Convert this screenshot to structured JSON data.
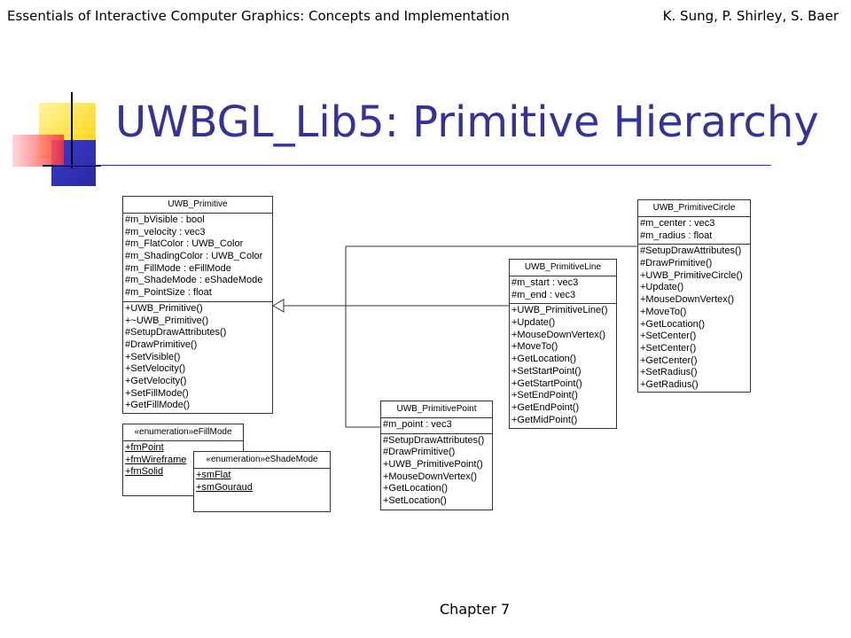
{
  "header": {
    "left": "Essentials of Interactive Computer Graphics: Concepts and Implementation",
    "right": "K. Sung, P. Shirley, S. Baer"
  },
  "title": "UWBGL_Lib5: Primitive Hierarchy",
  "footer": "Chapter 7",
  "colors": {
    "title": "#33339a",
    "deco_yellow": "#ffd700",
    "deco_blue": "#3333cc",
    "deco_red": "#ff3333"
  },
  "classes": {
    "primitive": {
      "name": "UWB_Primitive",
      "attributes": [
        "#m_bVisible : bool",
        "#m_velocity : vec3",
        "#m_FlatColor : UWB_Color",
        "#m_ShadingColor : UWB_Color",
        "#m_FillMode : eFillMode",
        "#m_ShadeMode : eShadeMode",
        "#m_PointSize : float"
      ],
      "methods": [
        "+UWB_Primitive()",
        "+~UWB_Primitive()",
        "#SetupDrawAttributes()",
        "#DrawPrimitive()",
        "+SetVisible()",
        "+SetVelocity()",
        "+GetVelocity()",
        "+SetFillMode()",
        "+GetFillMode()"
      ]
    },
    "fill_enum": {
      "name": "«enumeration»eFillMode",
      "literals": [
        "+fmPoint",
        "+fmWireframe",
        "+fmSolid"
      ]
    },
    "shade_enum": {
      "name": "«enumeration»eShadeMode",
      "literals": [
        "+smFlat",
        "+smGouraud"
      ]
    },
    "point": {
      "name": "UWB_PrimitivePoint",
      "attributes": [
        "#m_point : vec3"
      ],
      "methods": [
        "#SetupDrawAttributes()",
        "#DrawPrimitive()",
        "+UWB_PrimitivePoint()",
        "+MouseDownVertex()",
        "+GetLocation()",
        "+SetLocation()"
      ]
    },
    "line": {
      "name": "UWB_PrimitiveLine",
      "attributes": [
        "#m_start : vec3",
        "#m_end : vec3"
      ],
      "methods": [
        "+UWB_PrimitiveLine()",
        "+Update()",
        "+MouseDownVertex()",
        "+MoveTo()",
        "+GetLocation()",
        "+SetStartPoint()",
        "+GetStartPoint()",
        "+SetEndPoint()",
        "+GetEndPoint()",
        "+GetMidPoint()"
      ]
    },
    "circle": {
      "name": "UWB_PrimitiveCircle",
      "attributes": [
        "#m_center : vec3",
        "#m_radius : float"
      ],
      "methods": [
        "#SetupDrawAttributes()",
        "#DrawPrimitive()",
        "+UWB_PrimitiveCircle()",
        "+Update()",
        "+MouseDownVertex()",
        "+MoveTo()",
        "+GetLocation()",
        "+SetCenter()",
        "+SetCenter()",
        "+GetCenter()",
        "+SetRadius()",
        "+GetRadius()"
      ]
    }
  }
}
